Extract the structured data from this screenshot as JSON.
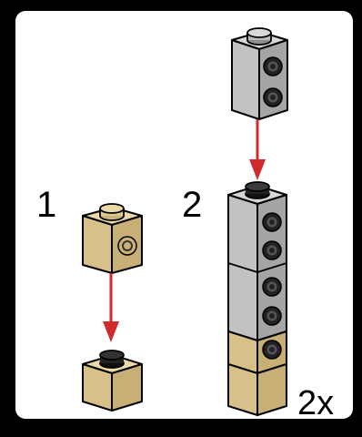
{
  "steps": [
    {
      "number": "1"
    },
    {
      "number": "2",
      "multiplier": "2x"
    }
  ],
  "colors": {
    "tan_top": "#e8d4a0",
    "tan_side": "#cdb57a",
    "tan_front": "#dcc592",
    "gray_top": "#c8c8c8",
    "gray_side": "#9c9c9c",
    "gray_front": "#b5b5b5",
    "arrow": "#d12a2a",
    "outline": "#000000"
  },
  "icons": [
    "arrow-down-icon"
  ]
}
